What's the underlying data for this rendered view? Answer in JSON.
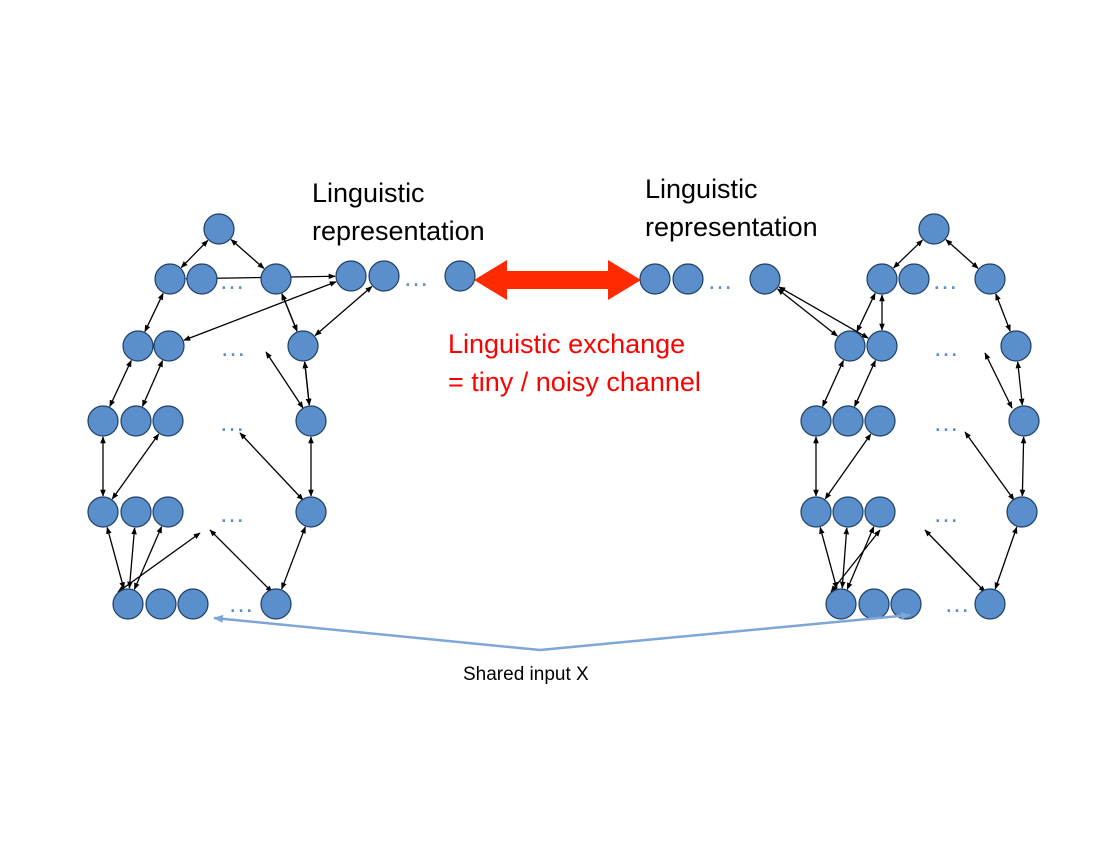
{
  "labels": {
    "left_repr_line1": "Linguistic",
    "left_repr_line2": "representation",
    "right_repr_line1": "Linguistic",
    "right_repr_line2": "representation",
    "exchange_line1": "Linguistic exchange",
    "exchange_line2": "= tiny / noisy channel",
    "shared_input": "Shared input X",
    "ellipsis": "…"
  },
  "colors": {
    "node_fill": "#5b8fcb",
    "node_stroke": "#1e3f66",
    "edge": "#000000",
    "exchange_arrow": "#ff2a00",
    "exchange_text": "#ff0000",
    "shared_input_arrow": "#7ea6d6",
    "ellipsis": "#5b8fcb",
    "text": "#000000"
  },
  "icons": {
    "node": "circle",
    "edge": "double-headed-arrow",
    "exchange": "thick-double-headed-arrow",
    "shared_input": "forked-arrow"
  }
}
